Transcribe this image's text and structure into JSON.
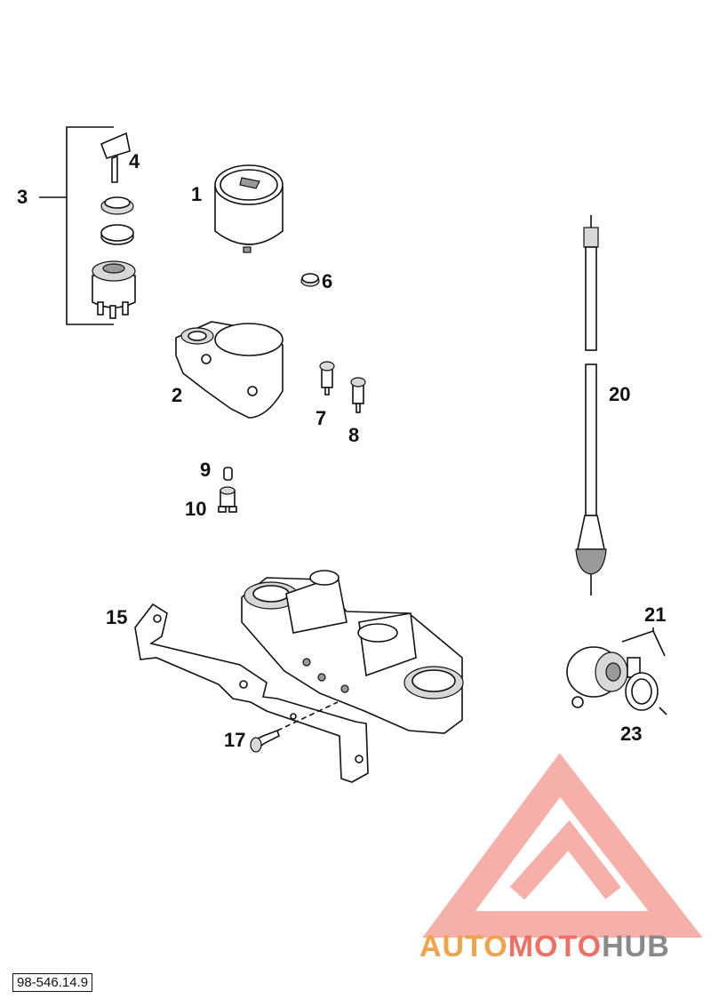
{
  "labels": {
    "l1": "1",
    "l2": "2",
    "l3": "3",
    "l4": "4",
    "l6": "6",
    "l7": "7",
    "l8": "8",
    "l9": "9",
    "l10": "10",
    "l15": "15",
    "l17": "17",
    "l20": "20",
    "l21": "21",
    "l23": "23"
  },
  "diagram_code": "98-546.14.9",
  "watermark": {
    "part1": "AUTO",
    "part2": "MOTO",
    "part3": "HUB"
  },
  "colors": {
    "watermark_red": "#ef6f64",
    "watermark_orange": "#f4a24a",
    "watermark_gray": "#8a8a8a",
    "line": "#111111"
  }
}
